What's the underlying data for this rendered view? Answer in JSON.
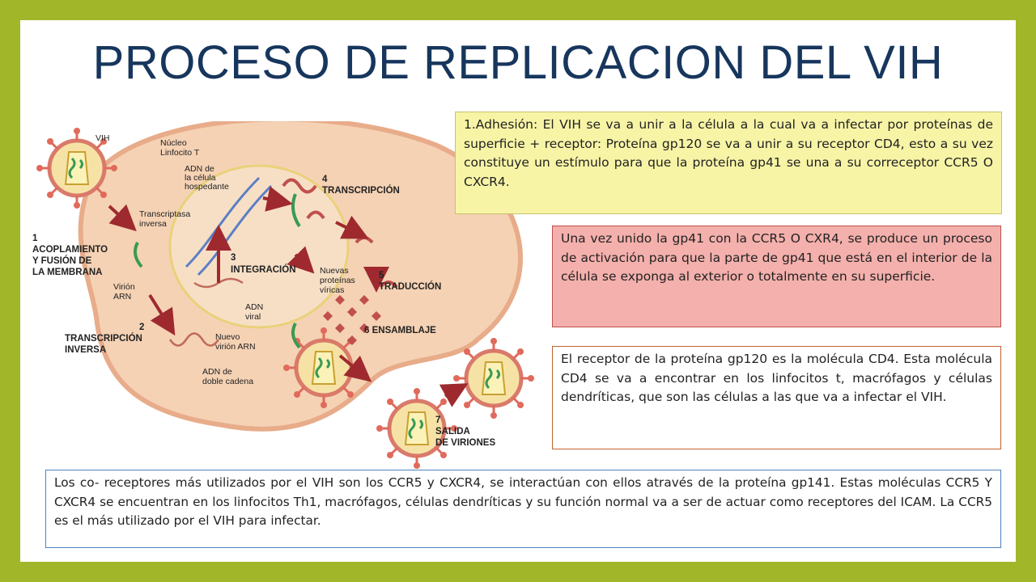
{
  "slide": {
    "title": "PROCESO DE REPLICACION DEL VIH",
    "colors": {
      "background_frame": "#a2b629",
      "title": "#17365d",
      "box1_fill": "#f7f4a6",
      "box2_fill": "#f4b0ac",
      "box3_border": "#c0622f",
      "box4_border": "#4f81bd",
      "cell": "#f5d2b4",
      "cell_border": "#e8ac8a",
      "arrow": "#9e2a2f"
    }
  },
  "diagram": {
    "labels": {
      "vih": "VIH",
      "nucleo": "Núcleo",
      "linfocito": "Linfocito T",
      "adn1": "ADN de",
      "adn2": "la célula",
      "adn3": "hospedante",
      "transcriptasa1": "Transcriptasa",
      "transcriptasa2": "inversa",
      "virion1": "Virión",
      "virion2": "ARN",
      "adnviral1": "ADN",
      "adnviral2": "viral",
      "nuevas1": "Nuevas",
      "nuevas2": "proteínas",
      "nuevas3": "víricas",
      "nuevovirion1": "Nuevo",
      "nuevovirion2": "virión ARN",
      "adndoble1": "ADN de",
      "adndoble2": "doble cadena"
    },
    "steps": {
      "s1n": "1",
      "s1a": "ACOPLAMIENTO",
      "s1b": "Y FUSIÓN DE",
      "s1c": "LA MEMBRANA",
      "s2n": "2",
      "s2a": "TRANSCRIPCIÓN",
      "s2b": "INVERSA",
      "s3n": "3",
      "s3a": "INTEGRACIÓN",
      "s4n": "4",
      "s4a": "TRANSCRIPCIÓN",
      "s5n": "5",
      "s5a": "TRADUCCIÓN",
      "s6a": "6 ENSAMBLAJE",
      "s7n": "7",
      "s7a": "SALIDA",
      "s7b": "DE VIRIONES"
    }
  },
  "boxes": {
    "box1": "1.Adhesión: El VIH se va a unir a la célula a la cual va a infectar por proteínas de superficie + receptor: Proteína gp120 se va a unir a su receptor CD4, esto a su vez constituye un estímulo para que la proteína gp41 se una a su correceptor CCR5 O CXCR4.",
    "box2": "Una vez unido la gp41 con la CCR5 O CXR4, se produce un proceso de activación para que la parte de gp41 que está en el interior de la célula se exponga al exterior o totalmente en su superficie.",
    "box3": "El receptor de la proteína gp120 es la molécula CD4. Esta molécula CD4 se va a encontrar en los linfocitos t, macrófagos y células dendríticas, que son las células a las que va a infectar el VIH.",
    "box4": "Los co- receptores más utilizados por el VIH son los CCR5 y CXCR4, se interactúan con ellos através de la proteína gp141. Estas moléculas CCR5 Y CXCR4 se encuentran en los linfocitos Th1, macrófagos, células dendríticas y su función normal va a ser de actuar como receptores del ICAM. La CCR5 es el más utilizado por el VIH para infectar."
  }
}
